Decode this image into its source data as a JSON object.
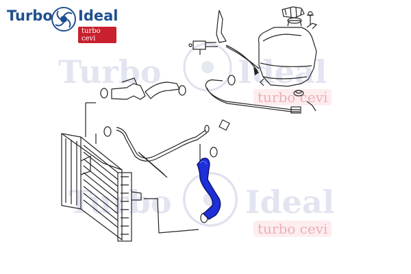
{
  "logo": {
    "word_left": "Turbo",
    "word_right": "Ideal",
    "tag": "turbo cevi"
  },
  "watermark": {
    "word_left": "Turbo",
    "word_right": "Ideal",
    "tag": "turbo cevi"
  },
  "colors": {
    "brand_blue": "#1f4f8f",
    "brand_red": "#c8202e",
    "highlight_hose": "#1e2fd8",
    "line_art": "#222222"
  },
  "parts": [
    "radiator",
    "coolant-expansion-tank",
    "tank-cap",
    "highlighted-radiator-hose",
    "upper-hose",
    "overflow-pipe",
    "bleed-line",
    "sensor-connector"
  ]
}
